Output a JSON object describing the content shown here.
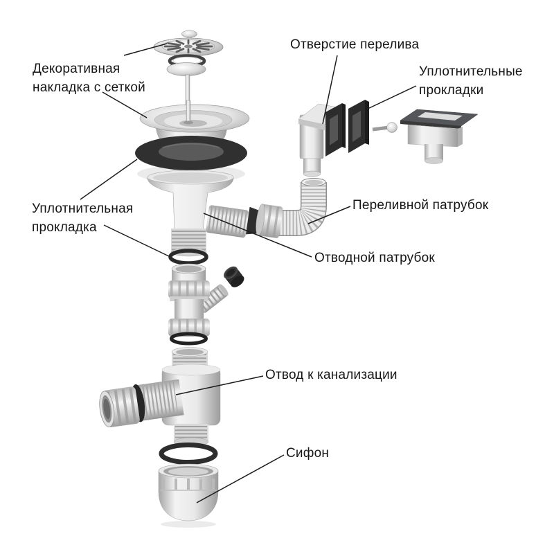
{
  "diagram": {
    "type": "exploded-parts-diagram",
    "subject": "kitchen sink drain and siphon assembly",
    "labels": {
      "strainer_cap": "Декоративная накладка с сеткой",
      "overflow_hole": "Отверстие перелива",
      "overflow_gaskets": "Уплотнительные прокладки",
      "drain_gasket": "Уплотнительная прокладка",
      "overflow_pipe": "Переливной патрубок",
      "outlet_pipe": "Отводной патрубок",
      "sewer_outlet": "Отвод к канализации",
      "siphon": "Сифон"
    },
    "colors": {
      "background": "#ffffff",
      "text": "#161616",
      "leader_line": "#1c1c1c",
      "metal_light": "#f3f3f3",
      "metal_shadow": "#9a9a9a",
      "rubber_dark": "#2b2b2b"
    }
  }
}
